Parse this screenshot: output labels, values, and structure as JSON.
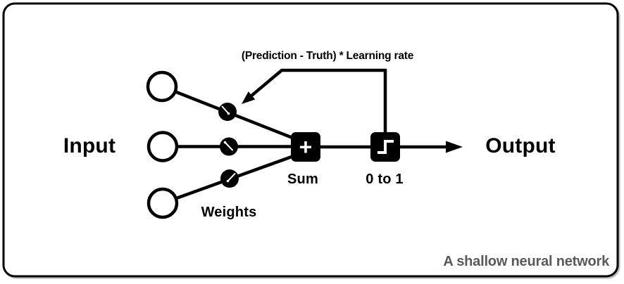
{
  "diagram": {
    "caption": "A shallow neural network",
    "labels": {
      "input": "Input",
      "output": "Output",
      "weights": "Weights",
      "sum_symbol": "+",
      "sum_caption": "Sum",
      "activation_caption": "0 to 1",
      "feedback_annotation": "(Prediction - Truth) * Learning rate"
    },
    "icons": {
      "step_function": "step-function-icon",
      "weight_dial": "dial-icon",
      "arrow": "arrowhead-icon"
    },
    "colors": {
      "ink": "#000000",
      "caption_gray": "#58595b",
      "background": "#ffffff"
    }
  }
}
